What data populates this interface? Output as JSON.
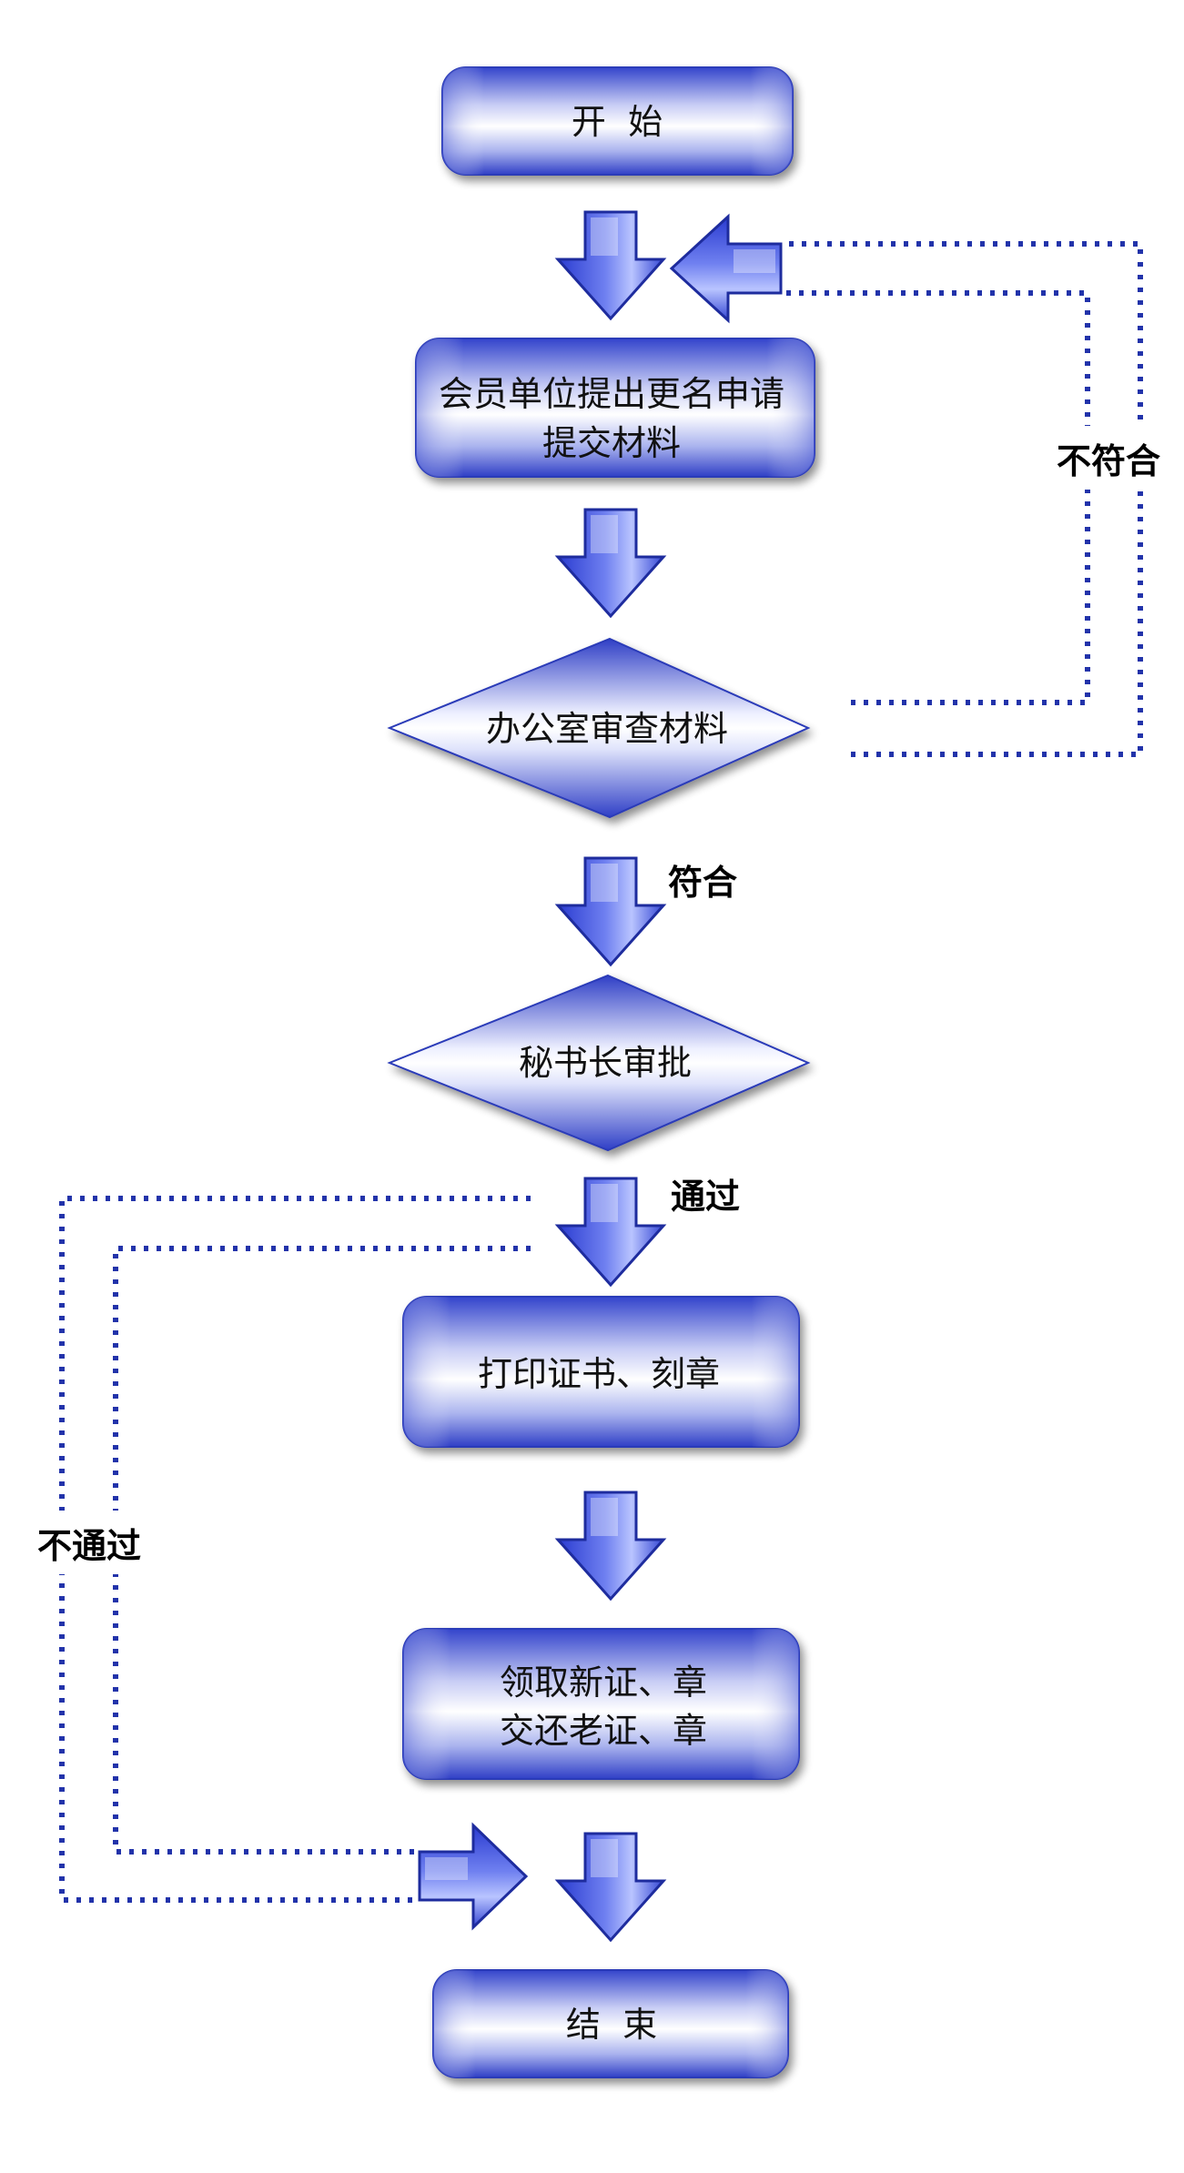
{
  "nodes": {
    "start": {
      "label": "开  始"
    },
    "apply": {
      "line1": "会员单位提出更名申请",
      "line2": "提交材料"
    },
    "review": {
      "label": "办公室审查材料"
    },
    "approve": {
      "label": "秘书长审批"
    },
    "print": {
      "label": "打印证书、刻章"
    },
    "collect": {
      "line1": "领取新证、章",
      "line2": "交还老证、章"
    },
    "end": {
      "label": "结  束"
    }
  },
  "edges": {
    "not_conform": "不符合",
    "conform": "符合",
    "pass": "通过",
    "not_pass": "不通过"
  },
  "colors": {
    "box_dark": "#3344cc",
    "box_light": "#ffffff",
    "arrow_dark": "#2a3bd0",
    "arrow_light": "#b9c4ff",
    "dotted_line": "#2233aa"
  }
}
